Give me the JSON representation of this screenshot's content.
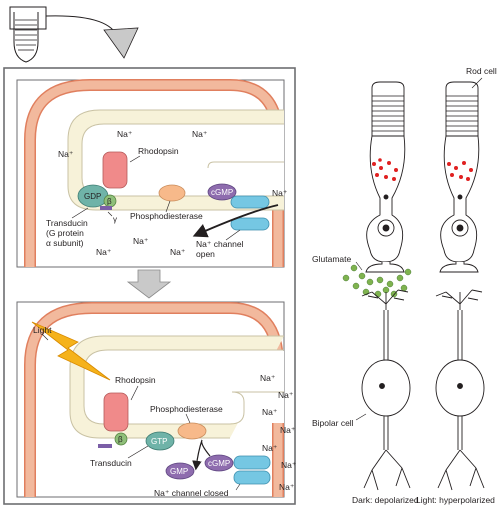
{
  "colors": {
    "membrane_outer": "#f2b99d",
    "membrane_inner": "#fdfcf0",
    "membrane_stroke": "#e07f5e",
    "disc_fill": "#f7f2d9",
    "disc_stroke": "#c9c2a4",
    "rhodopsin": "#f08a8a",
    "gdp_protein": "#6fb3a8",
    "beta_subunit": "#8fbf79",
    "gamma_subunit": "#7b5ea7",
    "phosphodiesterase": "#f7b98a",
    "cgmp": "#8e6cae",
    "channel": "#75c7e3",
    "arrow_gray": "#c9c9c9",
    "lightning": "#f5b21b",
    "glutamate": "#7fb34f",
    "red_vesicle": "#e02020"
  },
  "top_panel": {
    "rhodopsin": "Rhodopsin",
    "gdp": "GDP",
    "beta": "β",
    "gamma": "γ",
    "transducin_line1": "Transducin",
    "transducin_line2": "(G protein",
    "transducin_line3": "α subunit)",
    "phosphodiesterase": "Phosphodiesterase",
    "cgmp": "cGMP",
    "channel_line1": "Na⁺ channel",
    "channel_line2": "open",
    "na": "Na⁺"
  },
  "bottom_panel": {
    "light": "Light",
    "rhodopsin": "Rhodopsin",
    "phosphodiesterase": "Phosphodiesterase",
    "beta": "β",
    "gtp": "GTP",
    "transducin": "Transducin",
    "gmp": "GMP",
    "cgmp": "cGMP",
    "channel_closed": "Na⁺ channel closed",
    "na": "Na⁺"
  },
  "right_panel": {
    "rod_cell": "Rod cell",
    "glutamate": "Glutamate",
    "bipolar_cell": "Bipolar cell",
    "dark_caption": "Dark: depolarized",
    "light_caption": "Light: hyperpolarized"
  }
}
